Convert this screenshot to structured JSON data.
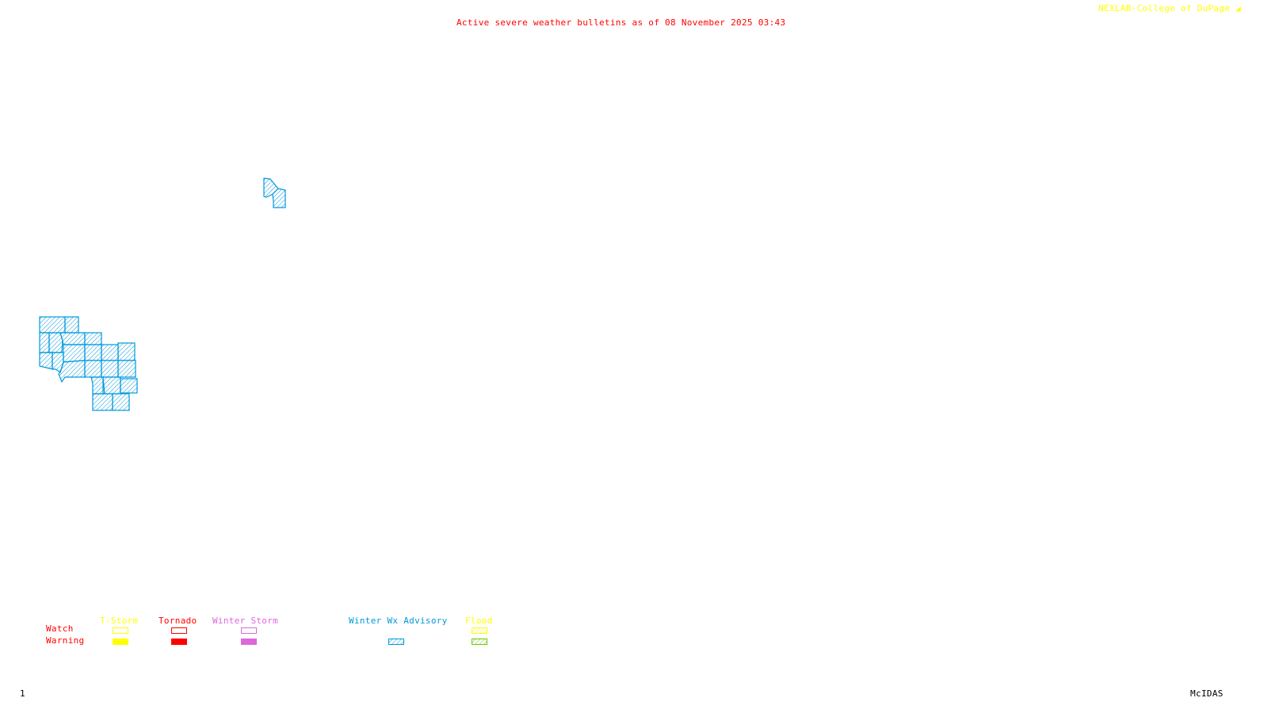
{
  "header": {
    "title": "Active severe weather bulletins as of 08 November 2025 03:43",
    "credit": "NEXLAB-College of DuPage",
    "credit_icon": "nexlab-logo-icon"
  },
  "footer": {
    "frame_number": "1",
    "software": "McIDAS"
  },
  "colors": {
    "title": "#ff0000",
    "credit": "#ffff00",
    "tstorm": "#ffff00",
    "tornado": "#ff0000",
    "winter_storm": "#dd66dd",
    "winter_wx_advisory": "#0099dd",
    "flood_watch": "#ffff00",
    "flood_warning": "#66cc00",
    "row_labels": "#ff0000"
  },
  "legend": {
    "row_labels": [
      "Watch",
      "Warning"
    ],
    "categories": [
      {
        "label": "T-Storm",
        "watch": "outline",
        "warning": "filled"
      },
      {
        "label": "Tornado",
        "watch": "outline",
        "warning": "filled"
      },
      {
        "label": "Winter Storm",
        "watch": "outline",
        "warning": "filled"
      },
      {
        "label": "Winter Wx Advisory",
        "watch": "none",
        "warning": "hatched"
      },
      {
        "label": "Flood",
        "watch": "hatched",
        "warning": "hatched"
      }
    ]
  },
  "map": {
    "active_bulletins": [
      {
        "type": "Winter Wx Advisory",
        "region": "western-cluster",
        "zones": 21
      },
      {
        "type": "Winter Wx Advisory",
        "region": "small-northern-area",
        "zones": 2
      }
    ]
  }
}
